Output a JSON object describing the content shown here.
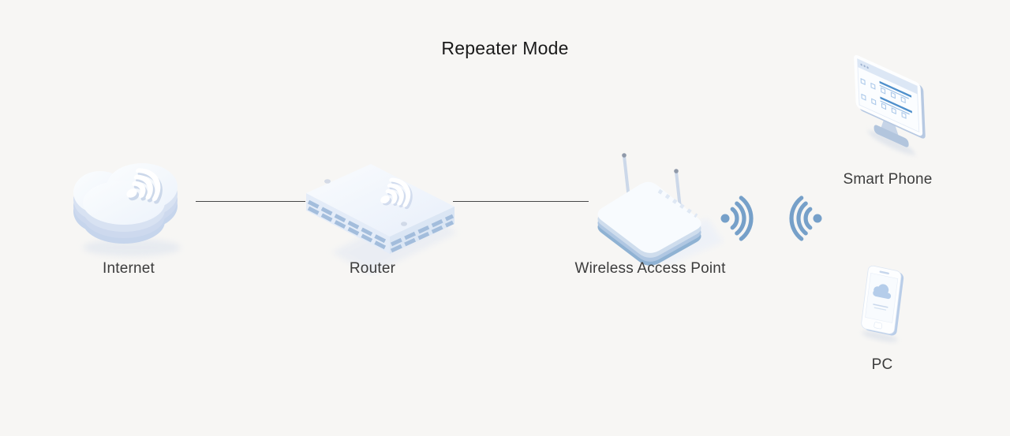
{
  "title": "Repeater Mode",
  "nodes": {
    "internet": {
      "label": "Internet",
      "icon": "cloud-wifi-icon"
    },
    "router": {
      "label": "Router",
      "icon": "router-box-wifi-icon"
    },
    "wireless_access_point": {
      "label": "Wireless Access Point",
      "icon": "access-point-antennas-icon"
    },
    "smart_phone": {
      "label": "Smart Phone",
      "icon": "desktop-monitor-icon"
    },
    "pc": {
      "label": "PC",
      "icon": "smartphone-icon"
    }
  },
  "connections": [
    {
      "from": "internet",
      "to": "router",
      "type": "wired-line"
    },
    {
      "from": "router",
      "to": "wireless_access_point",
      "type": "wired-line"
    },
    {
      "from": "wireless_access_point",
      "to": "smart_phone",
      "type": "wireless-signal"
    },
    {
      "from": "wireless_access_point",
      "to": "pc",
      "type": "wireless-signal"
    }
  ],
  "colors": {
    "background": "#f7f6f4",
    "device_top": "#f4f8fd",
    "device_side": "#cfdded",
    "device_accent": "#8fb2d3",
    "vent_slat": "#a3bddc",
    "wifi_signal": "#76a0c9",
    "wire_line": "#474747",
    "label_text": "#3c3c3c",
    "title_text": "#1a1a1a"
  }
}
